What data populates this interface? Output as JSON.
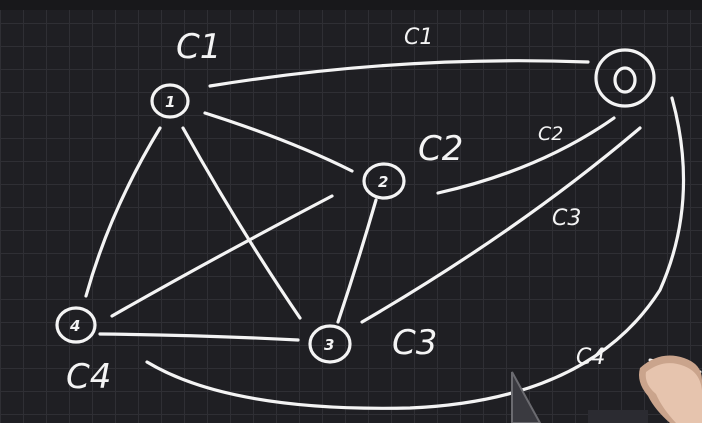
{
  "nodes": [
    {
      "id": "1",
      "label": "1"
    },
    {
      "id": "2",
      "label": "2"
    },
    {
      "id": "3",
      "label": "3"
    },
    {
      "id": "4",
      "label": "4"
    },
    {
      "id": "0",
      "label": "0"
    }
  ],
  "edges": [
    {
      "from": "1",
      "to": "0"
    },
    {
      "from": "1",
      "to": "2"
    },
    {
      "from": "1",
      "to": "3"
    },
    {
      "from": "1",
      "to": "4"
    },
    {
      "from": "2",
      "to": "3"
    },
    {
      "from": "2",
      "to": "4"
    },
    {
      "from": "2",
      "to": "0"
    },
    {
      "from": "3",
      "to": "4"
    },
    {
      "from": "3",
      "to": "0"
    },
    {
      "from": "4",
      "to": "0"
    }
  ],
  "labels": {
    "c1_node": "C1",
    "c1_edge": "C1",
    "c2_node": "C2",
    "c2_edge": "C2",
    "c3_node": "C3",
    "c3_edge": "C3",
    "c4_node": "C4",
    "c4_edge": "C4"
  },
  "colors": {
    "board": "#1f1f23",
    "grid": "#2f2f34",
    "ink": "#f4f4f4"
  }
}
